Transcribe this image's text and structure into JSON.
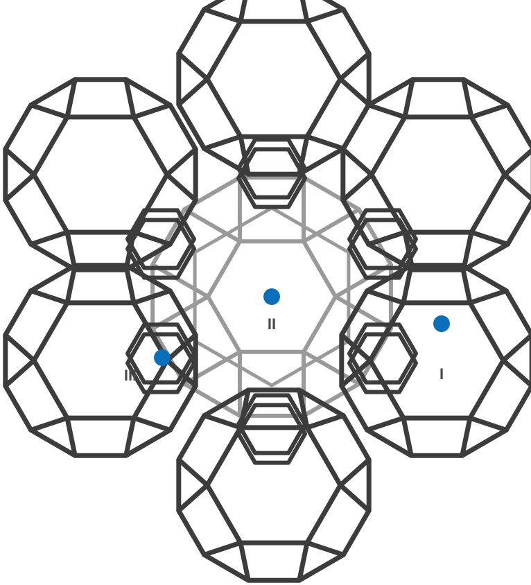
{
  "figure": {
    "sites": [
      {
        "id": "I",
        "label": "I"
      },
      {
        "id": "II",
        "label": "II"
      },
      {
        "id": "III",
        "label": "III"
      }
    ],
    "colors": {
      "background": "#ffffff",
      "front_frame": "#3c3c3c",
      "back_frame": "#9a9a9a",
      "site_marker": "#0a6fba",
      "label_text": "#4a4a4a"
    }
  }
}
